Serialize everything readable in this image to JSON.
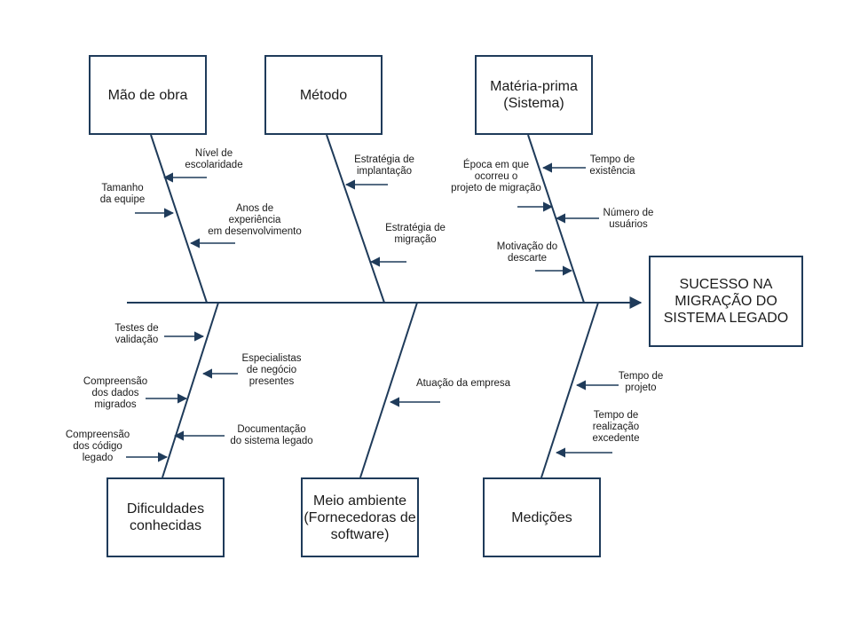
{
  "effect": "SUCESSO NA\nMIGRAÇÃO DO\nSISTEMA LEGADO",
  "categories": {
    "mao_de_obra": "Mão de obra",
    "metodo": "Método",
    "materia_prima": "Matéria-prima\n(Sistema)",
    "dificuldades": "Dificuldades\nconhecidas",
    "meio_ambiente": "Meio ambiente\n(Fornecedoras de\nsoftware)",
    "medicoes": "Medições"
  },
  "causes": {
    "nivel_escolaridade": "Nível de\nescolaridade",
    "tamanho_equipe": "Tamanho\nda equipe",
    "anos_experiencia": "Anos de\nexperiência\nem desenvolvimento",
    "estrategia_implantacao": "Estratégia de\nimplantação",
    "estrategia_migracao": "Estratégia de\nmigração",
    "epoca_migracao": "Época em que\nocorreu o\nprojeto de migração",
    "tempo_existencia": "Tempo de\nexistência",
    "numero_usuarios": "Número de\nusuários",
    "motivacao_descarte": "Motivação do\ndescarte",
    "testes_validacao": "Testes de\nvalidação",
    "especialistas_negocio": "Especialistas\nde negócio\npresentes",
    "compreensao_dados": "Compreensão\ndos dados\nmigrados",
    "documentacao_sistema": "Documentação\ndo sistema legado",
    "compreensao_codigo": "Compreensão\ndos código\nlegado",
    "atuacao_empresa": "Atuação da empresa",
    "tempo_projeto": "Tempo de\nprojeto",
    "tempo_realizacao": "Tempo de\nrealização\nexcedente"
  },
  "colors": {
    "line": "#1f3b5a",
    "border": "#1f3b5a",
    "text": "#1b1b1b"
  }
}
